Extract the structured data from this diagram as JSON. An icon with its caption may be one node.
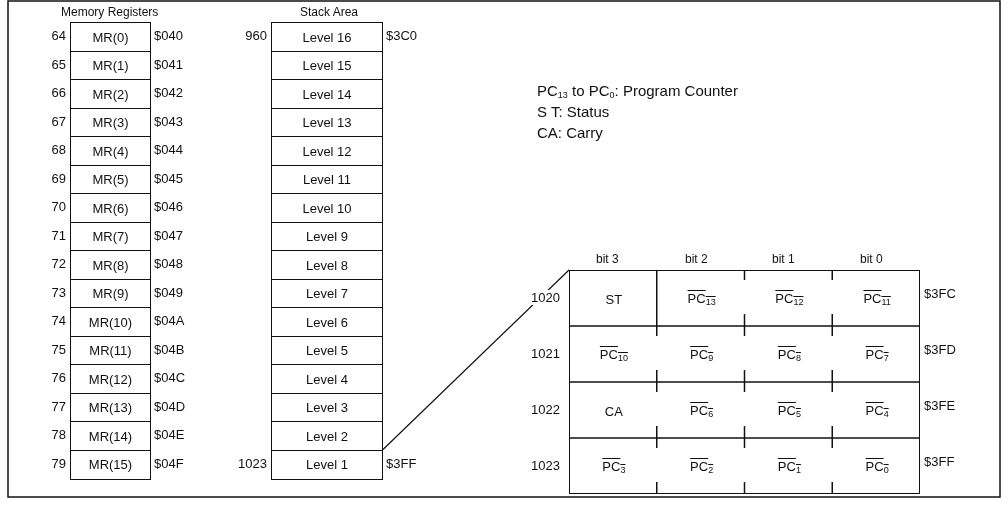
{
  "diagram": {
    "nodes": [
      {
        "text": [
          "MR(0)"
        ],
        "beside": [
          "64",
          "$040"
        ]
      },
      {
        "text": [
          "MR(1)"
        ],
        "beside": [
          "65",
          "$041"
        ]
      },
      {
        "text": [
          "MR(2)"
        ],
        "beside": [
          "66",
          "$042"
        ]
      },
      {
        "text": [
          "MR(3)"
        ],
        "beside": [
          "67",
          "$043"
        ]
      },
      {
        "text": [
          "MR(4)"
        ],
        "beside": [
          "68",
          "$044"
        ]
      },
      {
        "text": [
          "MR(5)"
        ],
        "beside": [
          "69",
          "$045"
        ]
      },
      {
        "text": [
          "MR(6)"
        ],
        "beside": [
          "70",
          "$046"
        ]
      },
      {
        "text": [
          "MR(7)"
        ],
        "beside": [
          "71",
          "$047"
        ]
      },
      {
        "text": [
          "MR(8)"
        ],
        "beside": [
          "72",
          "$048"
        ]
      },
      {
        "text": [
          "MR(9)"
        ],
        "beside": [
          "73",
          "$049"
        ]
      },
      {
        "text": [
          "MR(10)"
        ],
        "beside": [
          "74",
          "$04A"
        ]
      },
      {
        "text": [
          "MR(11)"
        ],
        "beside": [
          "75",
          "$04B"
        ]
      },
      {
        "text": [
          "MR(12)"
        ],
        "beside": [
          "76",
          "$04C"
        ]
      },
      {
        "text": [
          "MR(13)"
        ],
        "beside": [
          "77",
          "$04D"
        ]
      },
      {
        "text": [
          "MR(14)"
        ],
        "beside": [
          "78",
          "$04E"
        ]
      },
      {
        "text": [
          "MR(15)"
        ],
        "beside": [
          "79",
          "$04F"
        ]
      },
      {
        "text": [
          "Level 16"
        ],
        "beside": [
          "960",
          "$3C0"
        ]
      },
      {
        "text": [
          "Level 15"
        ]
      },
      {
        "text": [
          "Level 14"
        ]
      },
      {
        "text": [
          "Level 13"
        ]
      },
      {
        "text": [
          "Level 12"
        ]
      },
      {
        "text": [
          "Level 11"
        ]
      },
      {
        "text": [
          "Level 10"
        ]
      },
      {
        "text": [
          "Level 9"
        ]
      },
      {
        "text": [
          "Level 8"
        ]
      },
      {
        "text": [
          "Level 7"
        ]
      },
      {
        "text": [
          "Level 6"
        ]
      },
      {
        "text": [
          "Level 5"
        ]
      },
      {
        "text": [
          "Level 4"
        ]
      },
      {
        "text": [
          "Level 3"
        ]
      },
      {
        "text": [
          "Level 2"
        ]
      },
      {
        "text": [
          "Level 1"
        ],
        "beside": [
          "1023",
          "$3FF"
        ]
      },
      {
        "text": [],
        "shape": "box"
      },
      {
        "text": [
          "ST"
        ],
        "in": 32
      },
      {
        "text": [
          "PC$_{13}$"
        ],
        "in": 32
      },
      {
        "text": [
          "PC$_{12}$"
        ],
        "in": 32
      },
      {
        "text": [
          "PC$_{11}$"
        ],
        "in": 32
      },
      {
        "text": [
          "PC$_{10}$"
        ],
        "in": 32
      },
      {
        "text": [
          "PC$_{9}$"
        ],
        "in": 32
      },
      {
        "text": [
          "PC$_{8}$"
        ],
        "in": 32
      },
      {
        "text": [
          "PC$_{7}$"
        ],
        "in": 32
      },
      {
        "text": [
          "CA"
        ],
        "in": 32
      },
      {
        "text": [
          "PC$_{6}$"
        ],
        "in": 32
      },
      {
        "text": [
          "PC$_{5}$"
        ],
        "in": 32
      },
      {
        "text": [
          "PC$_{4}$"
        ],
        "in": 32
      },
      {
        "text": [
          "PC$_{3}$"
        ],
        "in": 32
      },
      {
        "text": [
          "PC$_{2}$"
        ],
        "in": 32
      },
      {
        "text": [
          "PC$_{1}$"
        ],
        "in": 32
      },
      {
        "text": [
          "PC$_{0}$"
        ],
        "in": 32
      }
    ],
    "edges": [
      {
        "from": 31,
        "to": 32,
        "arrow": "none"
      }
    ],
    "labels": [
      "Memory Registers",
      "Stack Area",
      "PC$_{13}$ to PC$_{0}$: Program Counter",
      "S T: Status",
      "CA: Carry",
      "bit 3",
      "bit 2",
      "bit 1",
      "bit 0",
      "1020",
      "$3FC",
      "1021",
      "$3FD",
      "1022",
      "$3FE",
      "1023",
      "$3FF"
    ]
  }
}
